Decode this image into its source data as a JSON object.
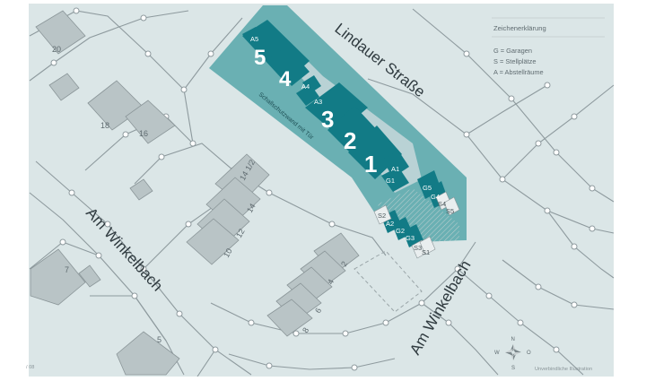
{
  "streets": {
    "lindauer": "Lindauer Straße",
    "am_winkelbach_left": "Am Winkelbach",
    "am_winkelbach_right": "Am Winkelbach"
  },
  "legend": {
    "title": "Zeichenerklärung",
    "items": [
      "G = Garagen",
      "S = Stellplätze",
      "A = Abstellräume"
    ]
  },
  "units": {
    "u5": "5",
    "u4": "4",
    "u3": "3",
    "u2": "2",
    "u1": "1"
  },
  "small_labels": {
    "a5": "A5",
    "a4": "A4",
    "a3": "A3",
    "a1": "A1",
    "g1": "G1",
    "g5": "G5",
    "g4": "G4",
    "s4": "S4",
    "s5": "S5",
    "s2": "S2",
    "a2": "A2",
    "g2": "G2",
    "g3": "G3",
    "s3": "S3",
    "s1": "S1"
  },
  "wall_label": "Schallschutzwand mit Tür",
  "house_numbers": {
    "n20": "20",
    "n18": "18",
    "n16": "16",
    "n14_2": "14 1/2",
    "n14": "14",
    "n12": "12",
    "n10": "10",
    "n7": "7",
    "n5": "5",
    "n2": "2",
    "n4": "4",
    "n6": "6",
    "n8": "8"
  },
  "compass": {
    "n": "N",
    "s": "S",
    "w": "W",
    "o": "O"
  },
  "footer": {
    "page": "/ 08",
    "note": "Unverbindliche Illustration"
  },
  "colors": {
    "plot": "#6ab0b3",
    "building": "#127b86",
    "background": "#dbe6e7"
  }
}
